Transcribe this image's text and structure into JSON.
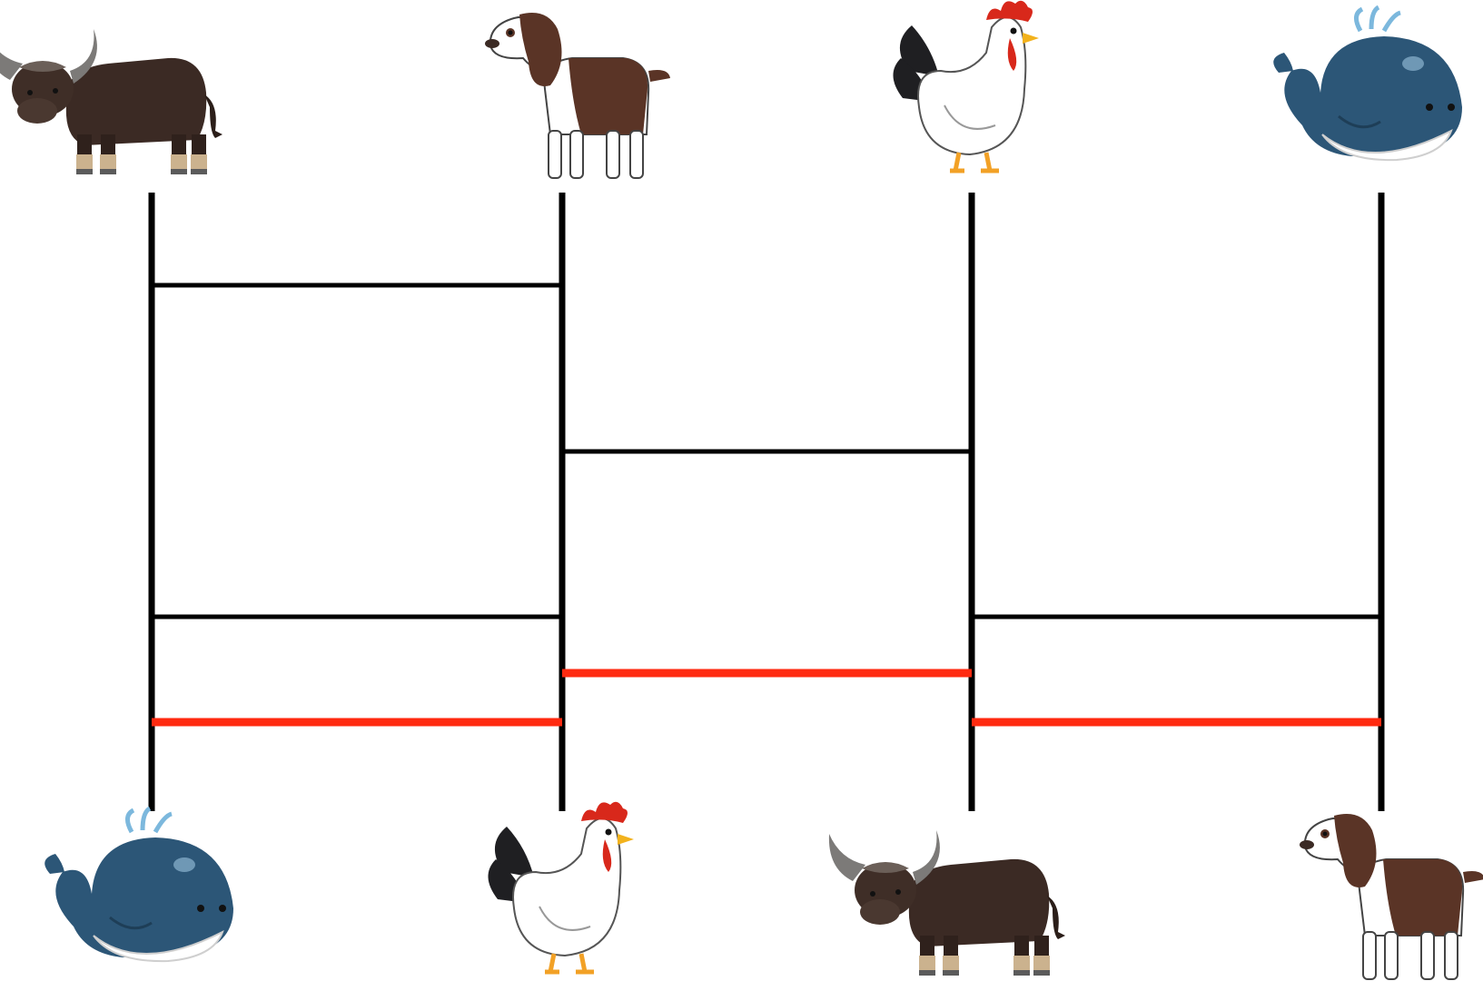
{
  "diagram": {
    "type": "amidakuji-ladder",
    "top_animals": [
      "water-buffalo",
      "dog",
      "rooster",
      "whale"
    ],
    "bottom_animals": [
      "whale",
      "rooster",
      "water-buffalo",
      "dog"
    ],
    "rungs": [
      {
        "between": [
          0,
          1
        ],
        "color": "#000000",
        "highlighted": false
      },
      {
        "between": [
          1,
          2
        ],
        "color": "#000000",
        "highlighted": false
      },
      {
        "between": [
          0,
          1
        ],
        "color": "#000000",
        "highlighted": false
      },
      {
        "between": [
          2,
          3
        ],
        "color": "#000000",
        "highlighted": false
      },
      {
        "between": [
          1,
          2
        ],
        "color": "#ff2a10",
        "highlighted": true
      },
      {
        "between": [
          0,
          1
        ],
        "color": "#ff2a10",
        "highlighted": true
      },
      {
        "between": [
          2,
          3
        ],
        "color": "#ff2a10",
        "highlighted": true
      }
    ],
    "colors": {
      "rail": "#000000",
      "rung": "#000000",
      "highlight": "#ff2a10",
      "buffalo_body": "#3b2a24",
      "dog_brown": "#5a3426",
      "whale_blue": "#2c5677",
      "rooster_comb": "#d8281b"
    }
  }
}
